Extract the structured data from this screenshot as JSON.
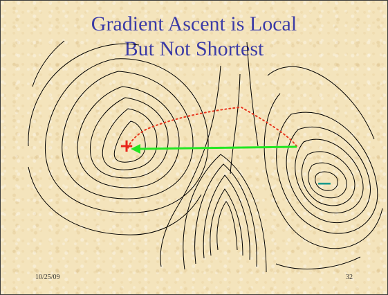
{
  "slide": {
    "title_line1": "Gradient Ascent is Local",
    "title_line2": "But Not Shortest",
    "footer_date": "10/25/09",
    "page_number": "32"
  },
  "markers": {
    "maximum_symbol": "+",
    "minimum_symbol": "—"
  },
  "colors": {
    "background": "#f4e4bc",
    "title": "#3b3ba6",
    "contour_line": "#000000",
    "gradient_path": "#e8371e",
    "shortest_path": "#22e622",
    "maximum_marker": "#e8241a",
    "minimum_marker": "#1a9a8c"
  }
}
